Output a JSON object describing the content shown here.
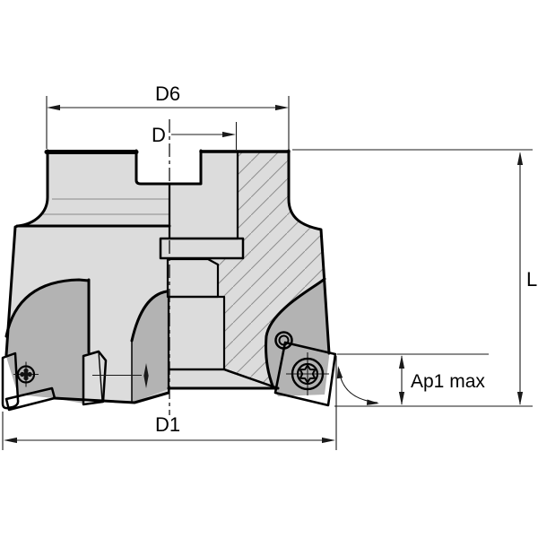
{
  "diagram": {
    "labels": {
      "d6": "D6",
      "d": "D",
      "l": "L",
      "ap1": "Ap1 max",
      "d1": "D1"
    },
    "colors": {
      "background": "#ffffff",
      "body": "#dcdcdc",
      "pocket": "#b3b3b3",
      "bore_section": "#a6a6a6",
      "face_section": "#aeaeae",
      "insert": "#ffffff",
      "outline": "#000000",
      "dimension_line": "#1a1a1a",
      "hatch_line": "#8f8f8f",
      "shoulder_line": "#8a8a8a"
    }
  }
}
